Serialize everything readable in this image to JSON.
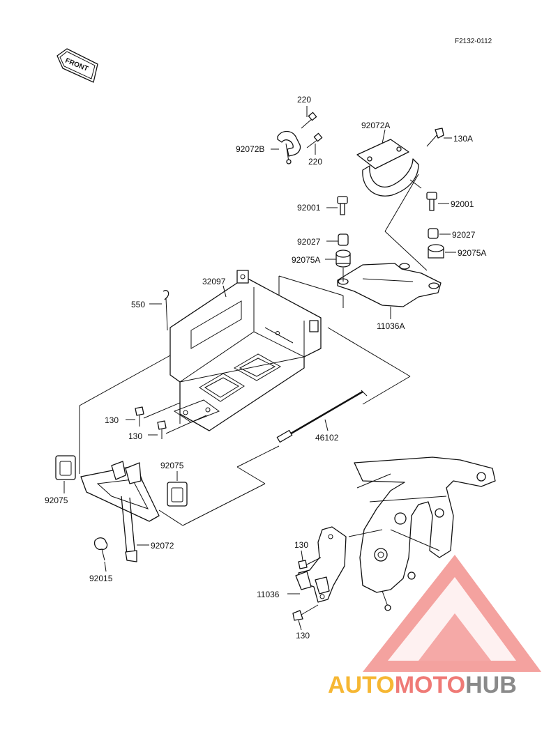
{
  "ref_code": "F2132-0112",
  "front_arrow_text": "FRONT",
  "watermark": {
    "brand": "AUTOMOTOHUB",
    "part1": "AUTO",
    "part2": "MOTO",
    "part3": "HUB",
    "color1": "#f6b733",
    "color2": "#ef7a76",
    "color3": "#8a8a8a"
  },
  "parts": {
    "p220a": "220",
    "p220b": "220",
    "p92072B": "92072B",
    "p92072A": "92072A",
    "p130A": "130A",
    "p92001a": "92001",
    "p92001b": "92001",
    "p92027a": "92027",
    "p92027b": "92027",
    "p92075Aa": "92075A",
    "p92075Ab": "92075A",
    "p32097": "32097",
    "p550": "550",
    "p11036A": "11036A",
    "p130a": "130",
    "p130b": "130",
    "p46102": "46102",
    "p92075a": "92075",
    "p92075b": "92075",
    "p92072": "92072",
    "p92015": "92015",
    "p130c": "130",
    "p11036": "11036",
    "p130d": "130"
  }
}
